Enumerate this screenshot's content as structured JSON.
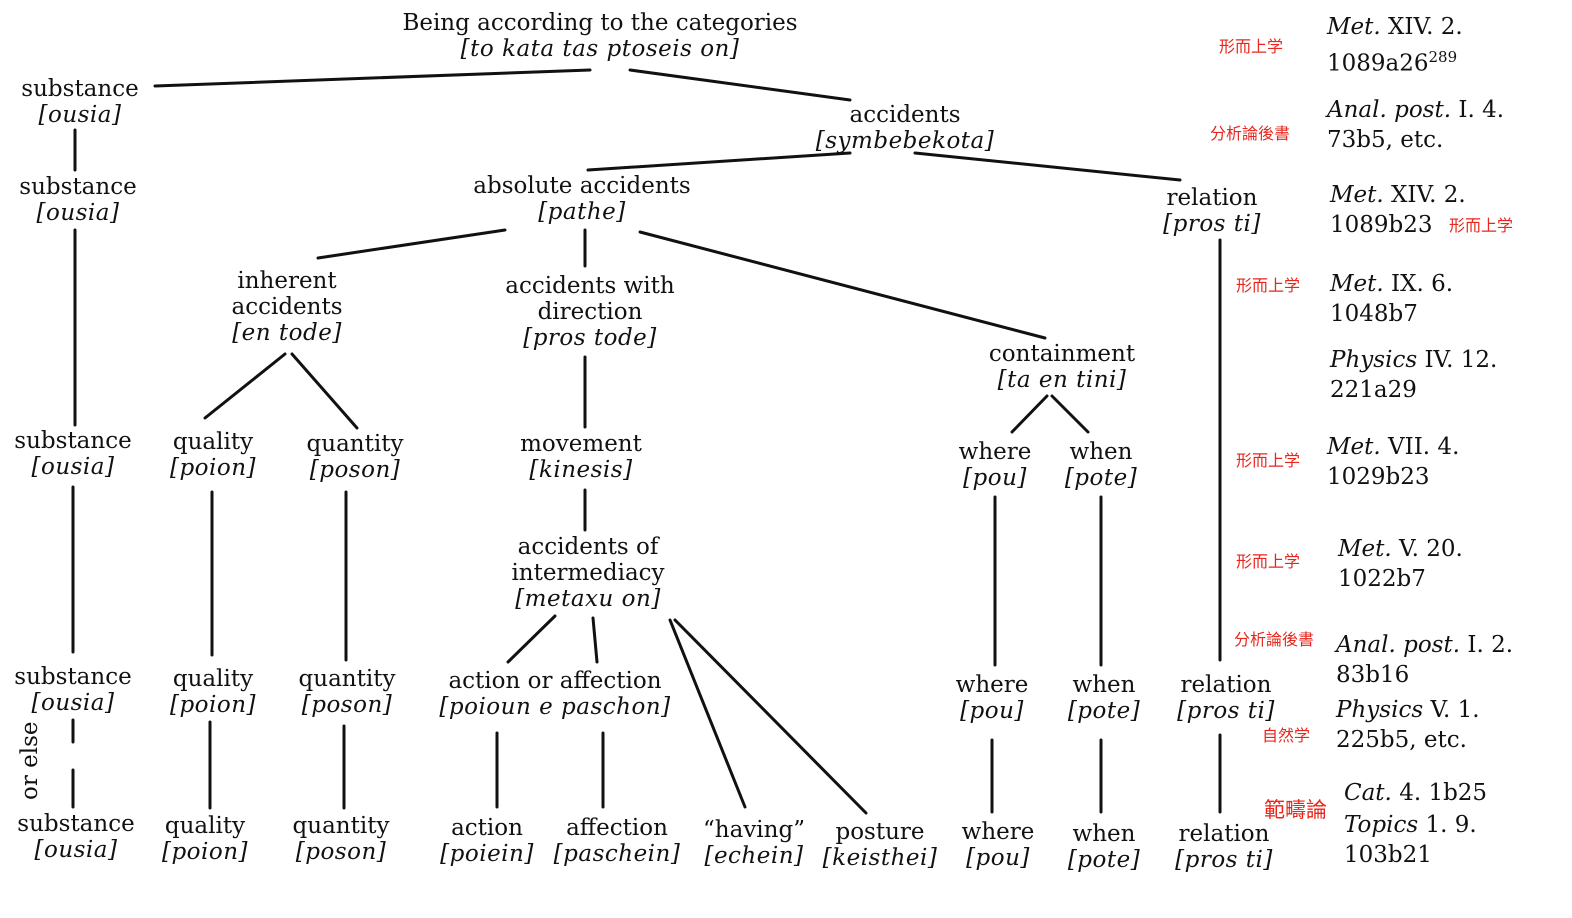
{
  "nodes": {
    "root": {
      "term": "Being according to the categories",
      "greek": "[to kata tas ptoseis on]"
    },
    "substance": {
      "term": "substance",
      "greek": "[ousia]"
    },
    "accidents": {
      "term": "accidents",
      "greek": "[symbebekota]"
    },
    "absolute_accidents": {
      "term": "absolute accidents",
      "greek": "[pathe]"
    },
    "relation": {
      "term": "relation",
      "greek": "[pros ti]"
    },
    "inherent": {
      "term1": "inherent",
      "term2": "accidents",
      "greek": "[en tode]"
    },
    "direction": {
      "term1": "accidents with",
      "term2": "direction",
      "greek": "[pros tode]"
    },
    "containment": {
      "term": "containment",
      "greek": "[ta en tini]"
    },
    "quality": {
      "term": "quality",
      "greek": "[poion]"
    },
    "quantity": {
      "term": "quantity",
      "greek": "[poson]"
    },
    "movement": {
      "term": "movement",
      "greek": "[kinesis]"
    },
    "where": {
      "term": "where",
      "greek": "[pou]"
    },
    "when": {
      "term": "when",
      "greek": "[pote]"
    },
    "intermediacy": {
      "term1": "accidents of",
      "term2": "intermediacy",
      "greek": "[metaxu on]"
    },
    "action_or_affection": {
      "term": "action or affection",
      "greek": "[poioun e paschon]"
    },
    "action": {
      "term": "action",
      "greek": "[poiein]"
    },
    "affection": {
      "term": "affection",
      "greek": "[paschein]"
    },
    "having": {
      "term": "“having”",
      "greek": "[echein]"
    },
    "posture": {
      "term": "posture",
      "greek": "[keisthei]"
    },
    "or_else": "or else"
  },
  "references": [
    {
      "work": "Met.",
      "loc": "XIV. 2.",
      "line2": "1089a26",
      "sup": "289",
      "jp": "形而上学"
    },
    {
      "work": "Anal. post.",
      "loc": "I. 4.",
      "line2": "73b5, etc.",
      "jp": "分析論後書"
    },
    {
      "work": "Met.",
      "loc": "XIV. 2.",
      "line2": "1089b23",
      "jp": "形而上学"
    },
    {
      "work": "Met.",
      "loc": "IX. 6.",
      "line2": "1048b7",
      "jp": "形而上学"
    },
    {
      "work": "Physics",
      "loc": "IV. 12.",
      "line2": "221a29"
    },
    {
      "work": "Met.",
      "loc": "VII. 4.",
      "line2": "1029b23",
      "jp": "形而上学"
    },
    {
      "work": "Met.",
      "loc": "V. 20.",
      "line2": "1022b7",
      "jp": "形而上学"
    },
    {
      "work": "Anal. post.",
      "loc": "I. 2.",
      "line2": "83b16",
      "jp": "分析論後書"
    },
    {
      "work": "Physics",
      "loc": "V. 1.",
      "line2": "225b5, etc.",
      "jp": "自然学"
    },
    {
      "work": "Cat.",
      "loc": "4. 1b25",
      "jp": "範疇論"
    },
    {
      "work": "Topics",
      "loc": "1. 9.",
      "line2": "103b21"
    }
  ],
  "colors": {
    "lines": "#111111",
    "japanese_annotation": "#e8261c"
  }
}
